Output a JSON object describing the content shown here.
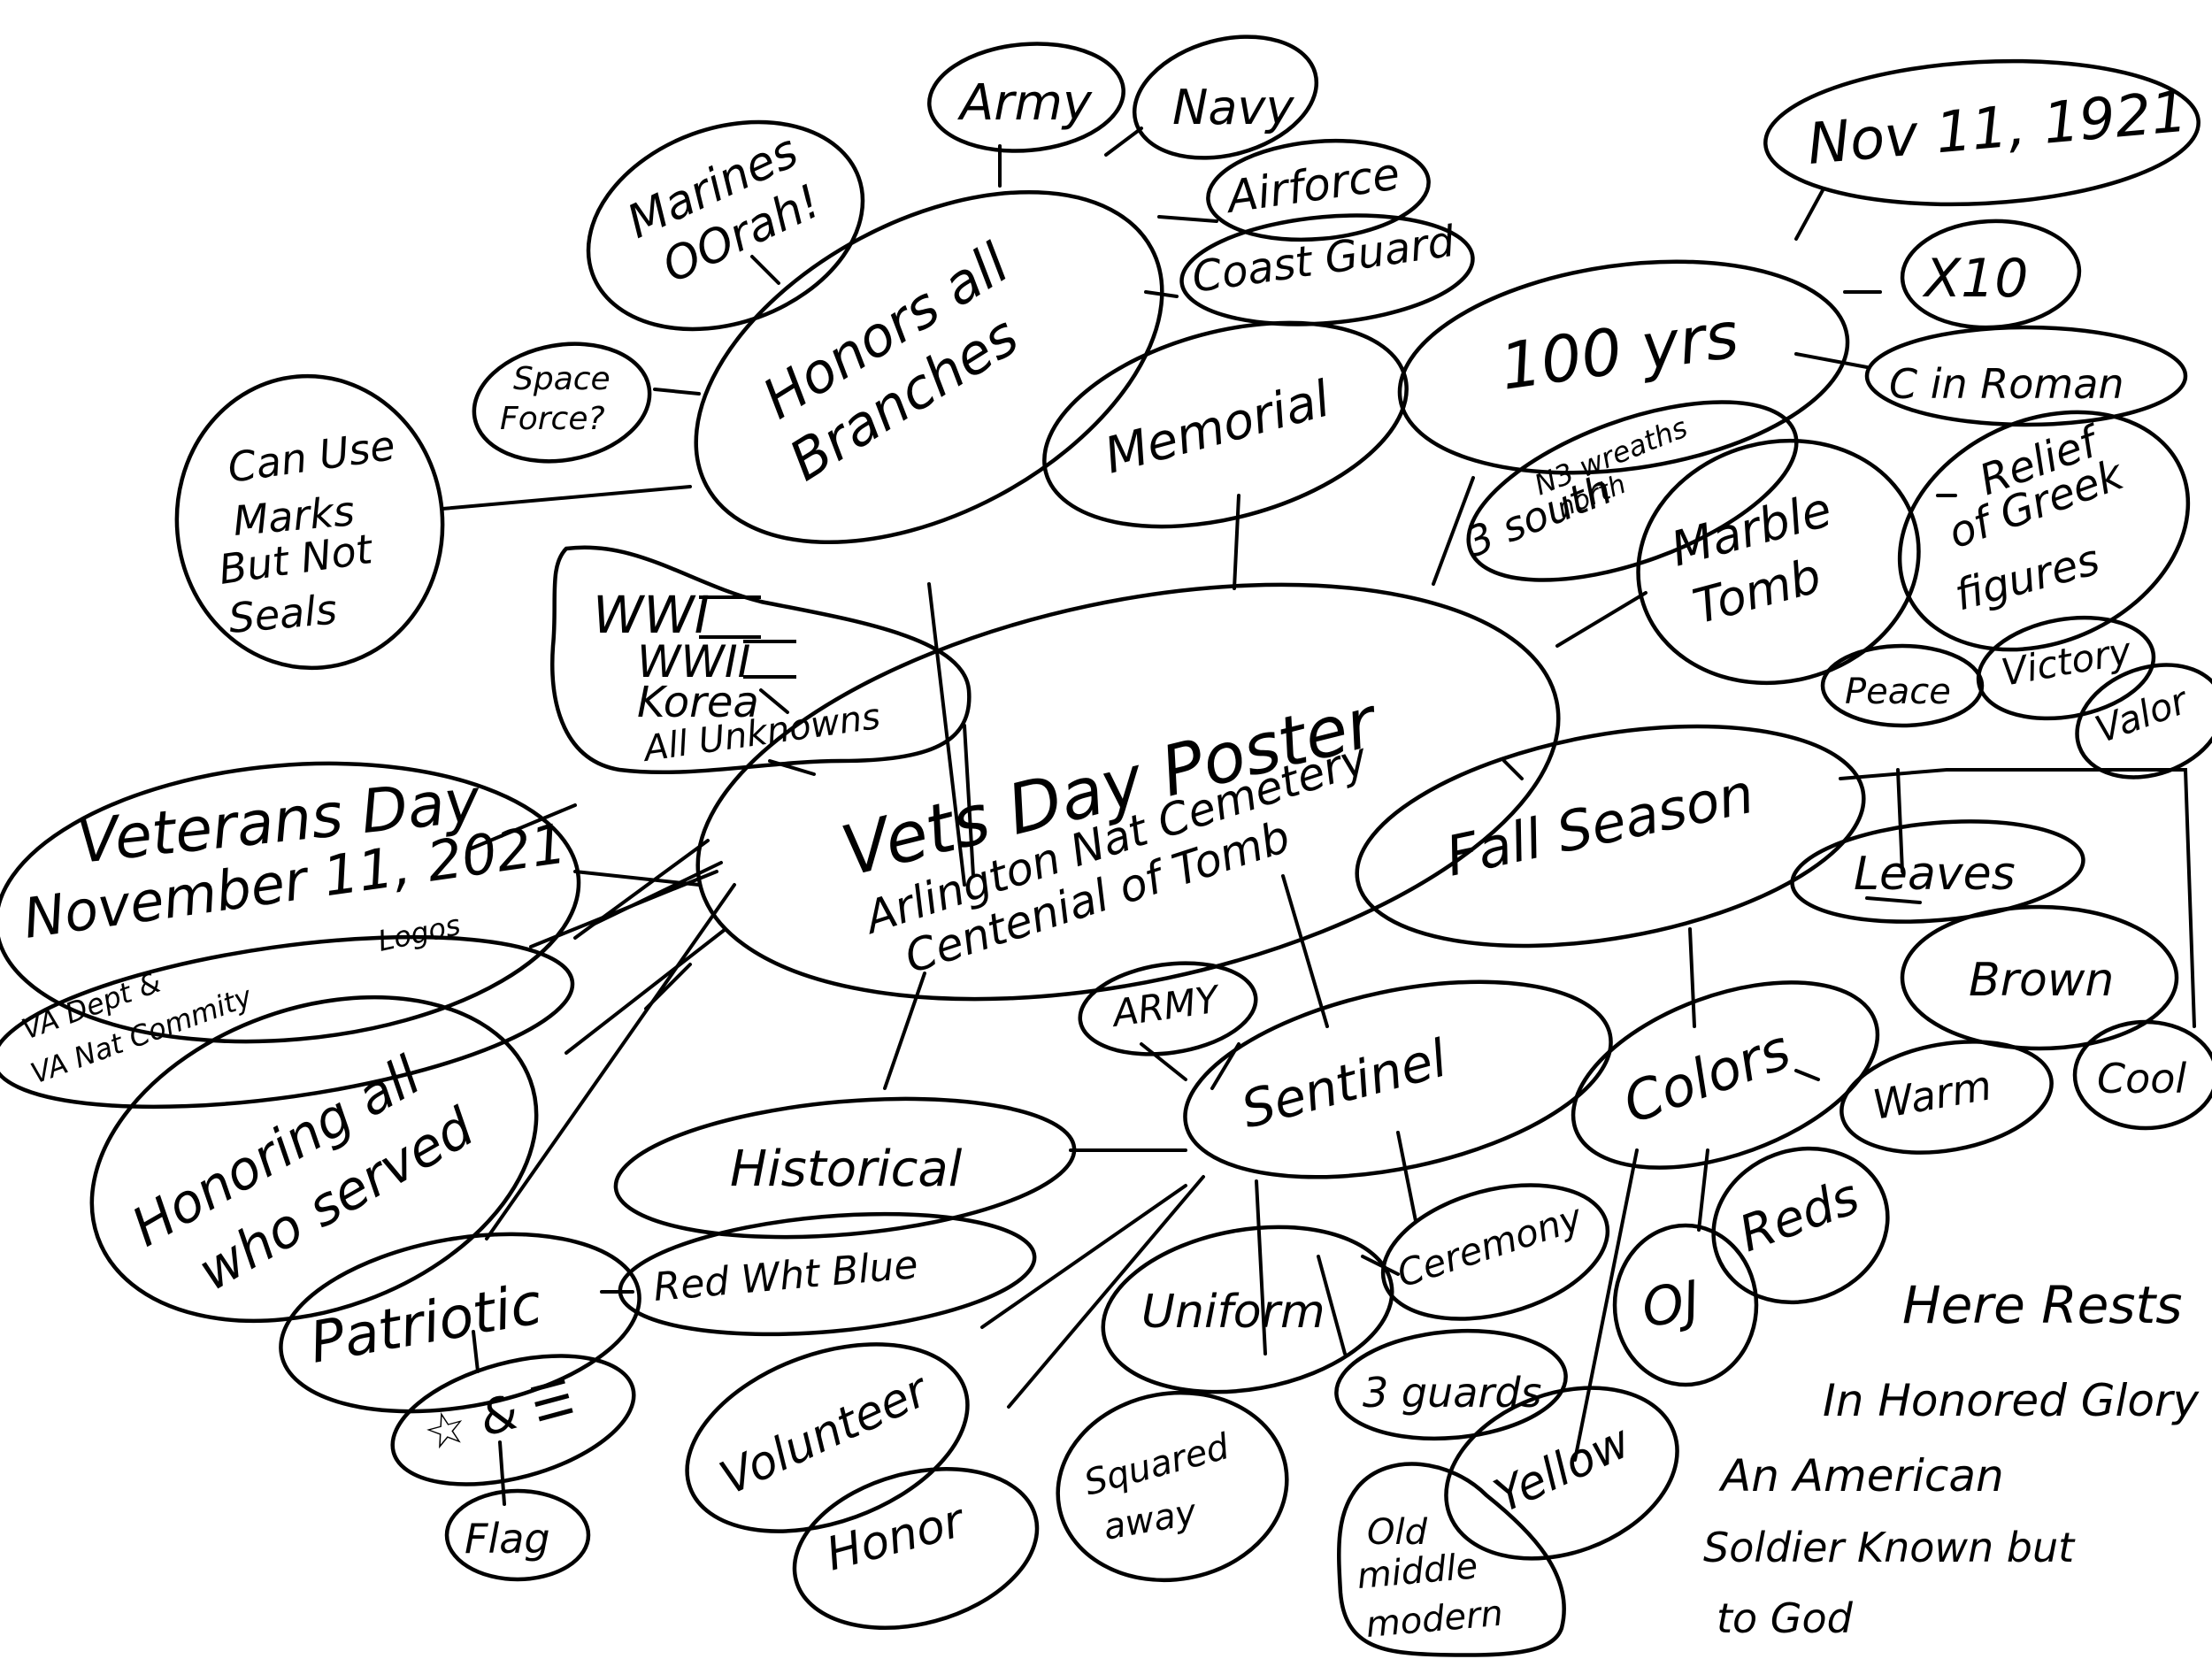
{
  "mind_map": {
    "central": [
      "Vets Day Poster",
      "Arlington Nat Cemetery",
      "Centenial of Tomb"
    ],
    "branches": {
      "honors_all_branches": [
        "Honors all",
        "Branches"
      ],
      "army": "Army",
      "navy": "Navy",
      "air_force": "Airforce",
      "coast_guard": "Coast Guard",
      "marines": [
        "Marines",
        "OOrah!"
      ],
      "space_force": [
        "Space",
        "Force?"
      ],
      "can_use_marks": [
        "Can Use",
        "Marks",
        "But Not",
        "Seals"
      ],
      "wars": [
        "WWI",
        "WWII",
        "Korea",
        "All Unknowns"
      ],
      "memorial": "Memorial",
      "hundred_years": "100 yrs",
      "nov_1921": "Nov 11, 1921",
      "x10": "X10",
      "c_in_roman": "C in Roman",
      "wreaths": [
        "N3 wreaths",
        "north",
        "3 south"
      ],
      "marble_tomb": [
        "Marble",
        "Tomb"
      ],
      "relief": [
        "Relief",
        "of Greek",
        "figures"
      ],
      "peace": "Peace",
      "victory": "Victory",
      "valor": "Valor",
      "veterans_day": [
        "Veterans Day",
        "November 11, 2021"
      ],
      "logos": [
        "VA Dept &",
        "VA Nat Commity",
        "Logos"
      ],
      "honoring": [
        "Honoring all",
        "who served"
      ],
      "patriotic": "Patriotic",
      "star_stripes": "☆ & ☰",
      "flag": "Flag",
      "red_wht_blue": "Red Wht Blue",
      "historical": "Historical",
      "volunteer": "Volunteer",
      "honor": "Honor",
      "army_sentinel": "ARMY",
      "sentinel": "Sentinel",
      "uniform": "Uniform",
      "ceremony": "Ceremony",
      "three_guards": "3 guards",
      "squared_away": [
        "Squared",
        "away"
      ],
      "old_middle_modern": [
        "Old",
        "middle",
        "modern"
      ],
      "fall_season": "Fall Season",
      "leaves": "Leaves",
      "brown": "Brown",
      "colors": "Colors",
      "warm": "Warm",
      "cool": "Cool",
      "reds": "Reds",
      "oj": "OJ",
      "yellow": "Yellow"
    },
    "inscription": [
      "Here Rests",
      "In Honored Glory",
      "An American",
      "Soldier Known but",
      "to God"
    ]
  }
}
